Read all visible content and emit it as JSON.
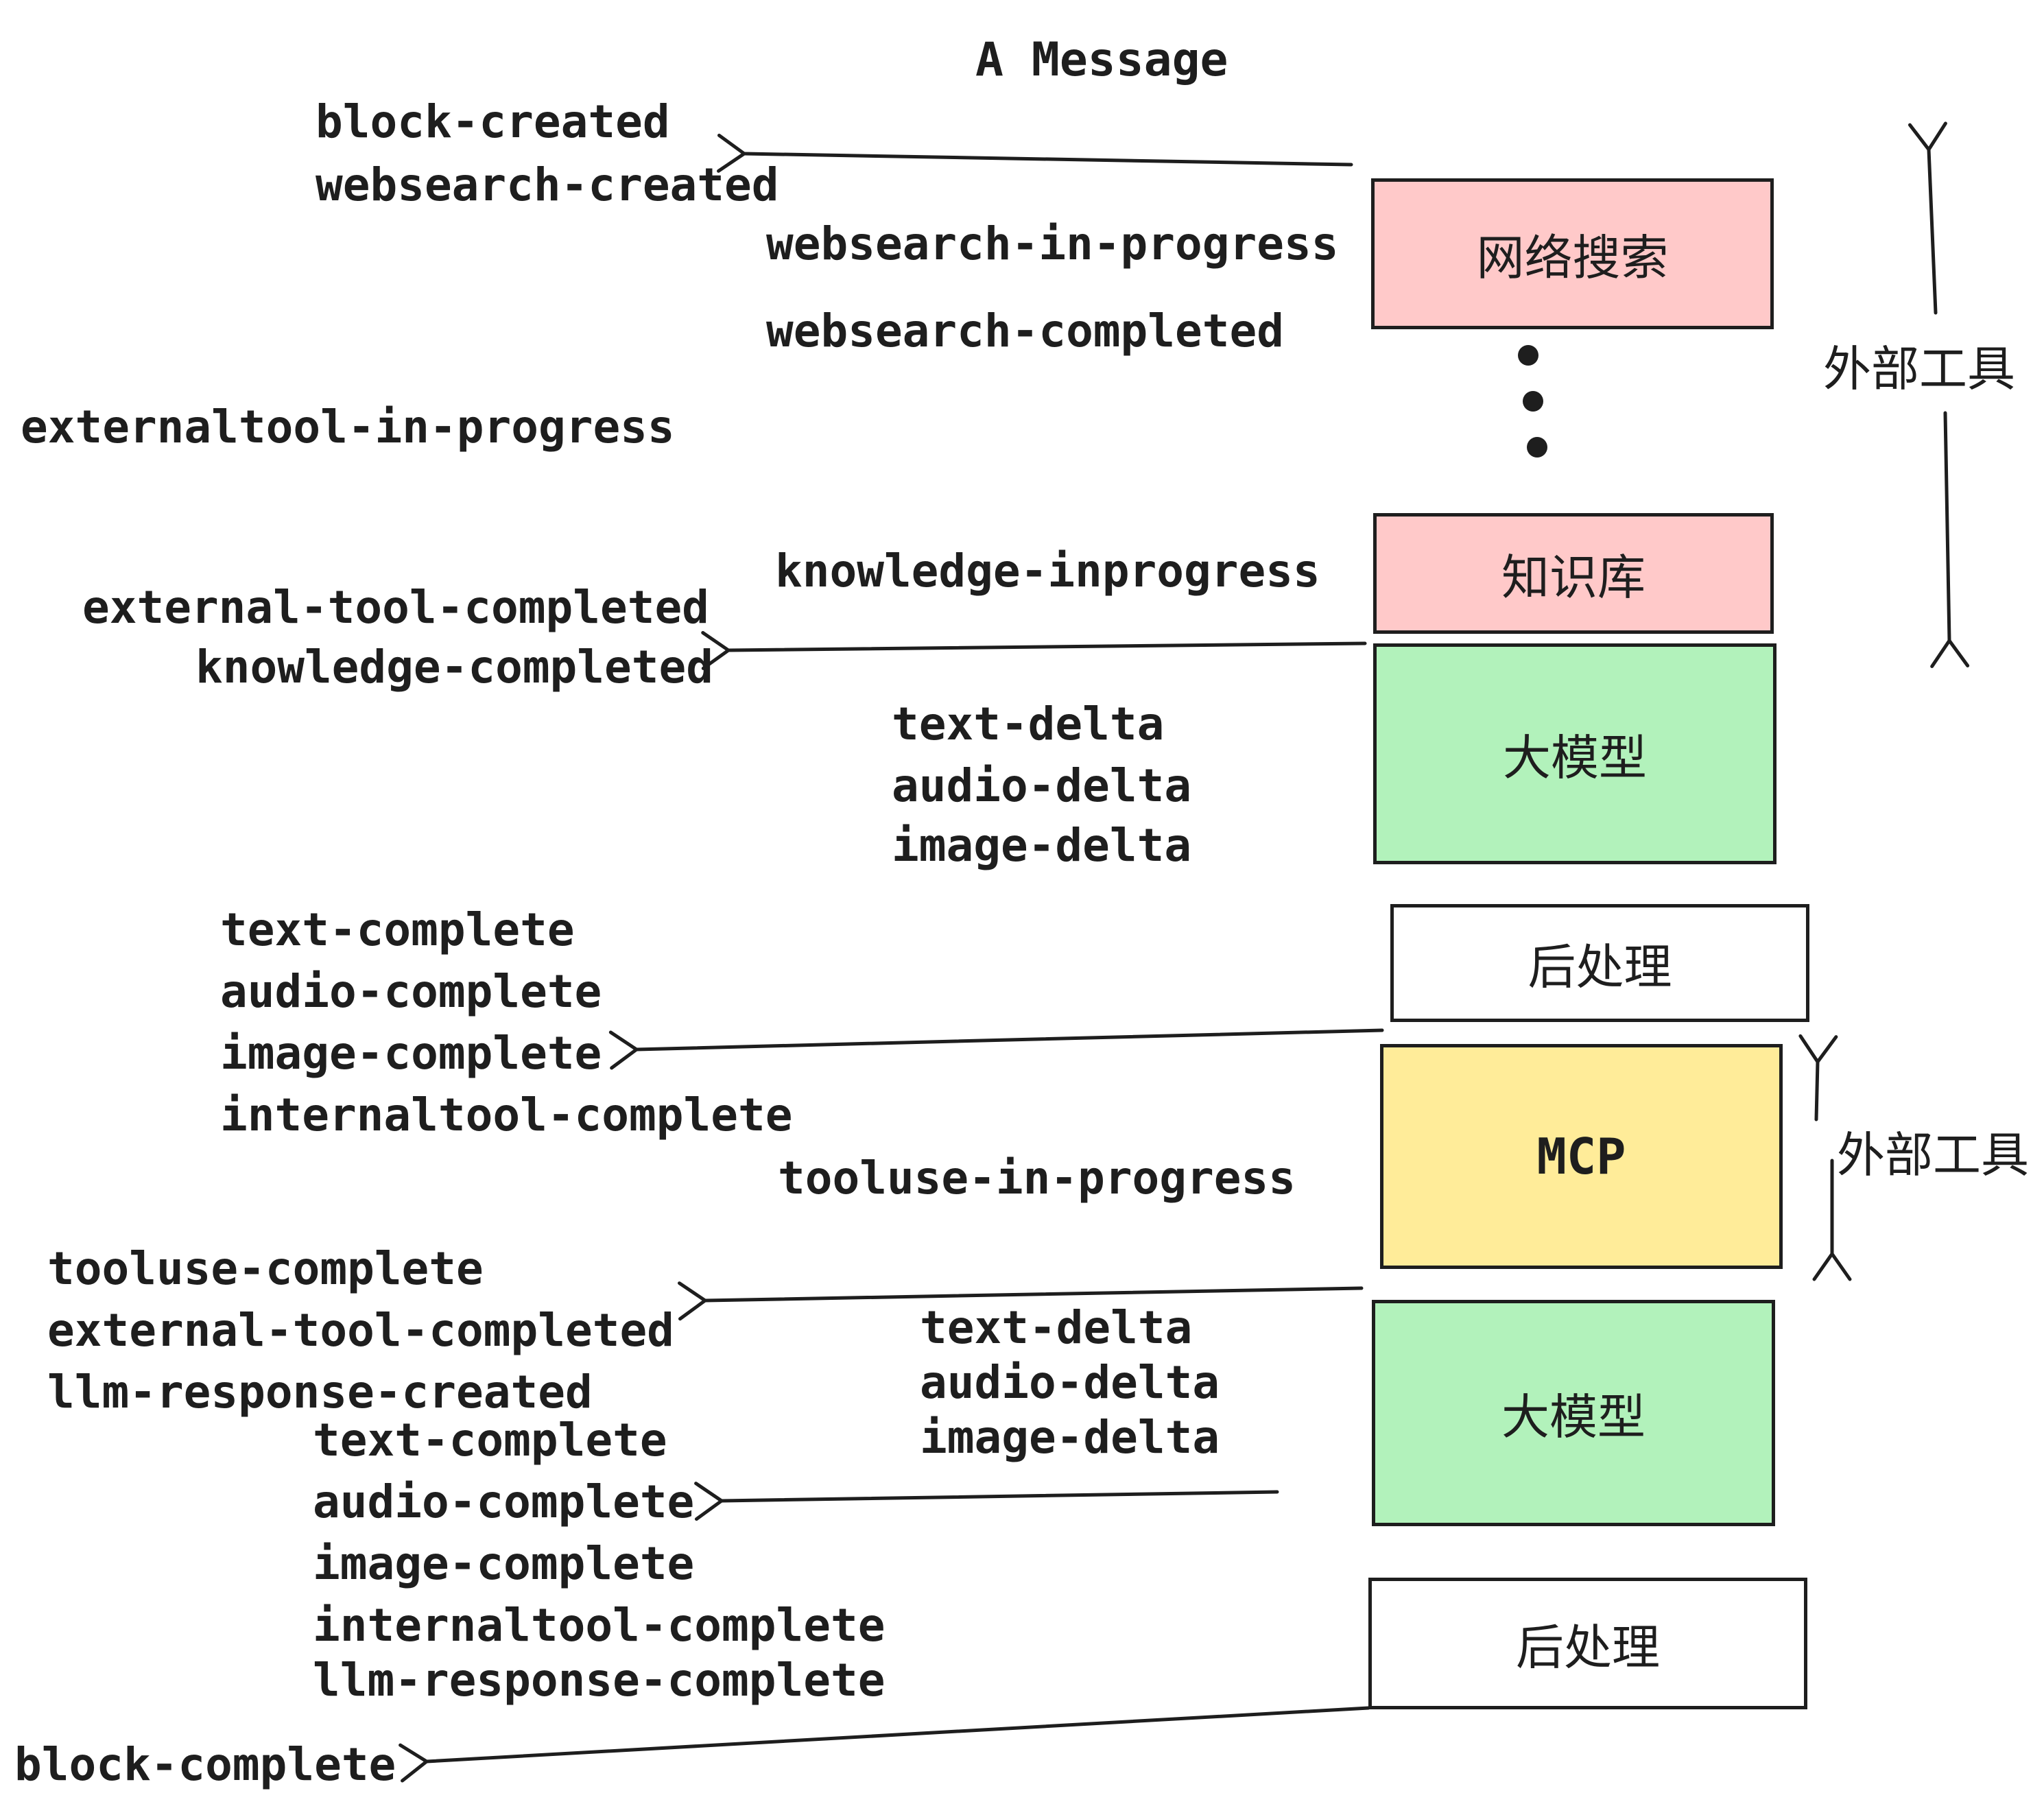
{
  "title": "A Message",
  "colors": {
    "stroke": "#1e1e1e",
    "pink": "#ffc9c9",
    "green": "#b2f2bb",
    "yellow": "#ffec99",
    "white": "#ffffff"
  },
  "boxes": {
    "websearch": {
      "label": "网络搜索",
      "fill": "#ffc9c9"
    },
    "knowledge": {
      "label": "知识库",
      "fill": "#ffc9c9"
    },
    "llm1": {
      "label": "大模型",
      "fill": "#b2f2bb"
    },
    "post1": {
      "label": "后处理",
      "fill": "#ffffff"
    },
    "mcp": {
      "label": "MCP",
      "fill": "#ffec99"
    },
    "llm2": {
      "label": "大模型",
      "fill": "#b2f2bb"
    },
    "post2": {
      "label": "后处理",
      "fill": "#ffffff"
    }
  },
  "annotations": {
    "external_tools_top": "外部工具",
    "external_tools_mid": "外部工具"
  },
  "events": {
    "block_created": "block-created",
    "websearch_created": "websearch-created",
    "websearch_in_progress": "websearch-in-progress",
    "websearch_completed": "websearch-completed",
    "externaltool_in_progress": "externaltool-in-progress",
    "knowledge_inprogress": "knowledge-inprogress",
    "external_tool_completed_1": "external-tool-completed",
    "knowledge_completed": "knowledge-completed",
    "text_delta_1": "text-delta",
    "audio_delta_1": "audio-delta",
    "image_delta_1": "image-delta",
    "text_complete_1": "text-complete",
    "audio_complete_1": "audio-complete",
    "image_complete_1": "image-complete",
    "internaltool_complete_1": "internaltool-complete",
    "tooluse_in_progress": "tooluse-in-progress",
    "tooluse_complete": "tooluse-complete",
    "external_tool_completed_2": "external-tool-completed",
    "llm_response_created": "llm-response-created",
    "text_delta_2": "text-delta",
    "audio_delta_2": "audio-delta",
    "image_delta_2": "image-delta",
    "text_complete_2": "text-complete",
    "audio_complete_2": "audio-complete",
    "image_complete_2": "image-complete",
    "internaltool_complete_2": "internaltool-complete",
    "llm_response_complete": "llm-response-complete",
    "block_complete": "block-complete"
  }
}
